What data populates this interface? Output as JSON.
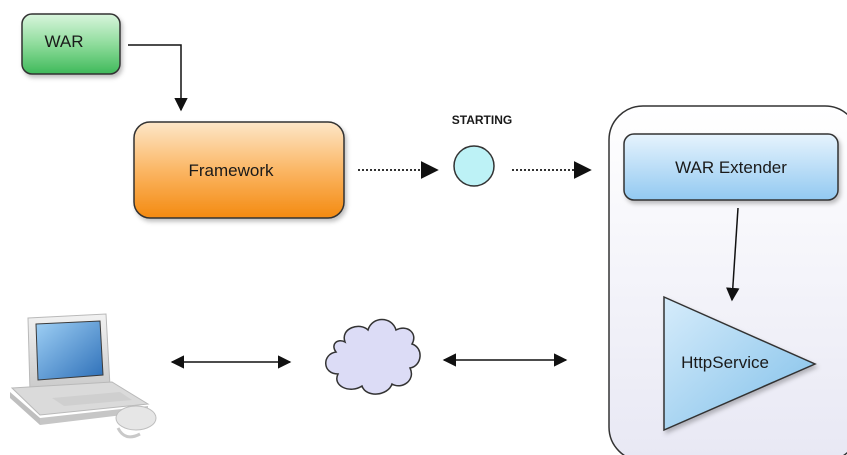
{
  "nodes": {
    "war": "WAR",
    "framework": "Framework",
    "starting_label": "STARTING",
    "war_extender": "WAR Extender",
    "http_service": "HttpService"
  },
  "icons": {
    "computer": "laptop-computer-icon",
    "network": "cloud-icon"
  },
  "colors": {
    "war_fill": "#5fc773",
    "framework_fill": "#f7931e",
    "state_circle": "#bdf2f6",
    "extender_fill": "#a9d7f7",
    "service_fill": "#9fd1f2",
    "container_fill": "#eeeef8",
    "cloud_fill": "#dcdcf6"
  }
}
